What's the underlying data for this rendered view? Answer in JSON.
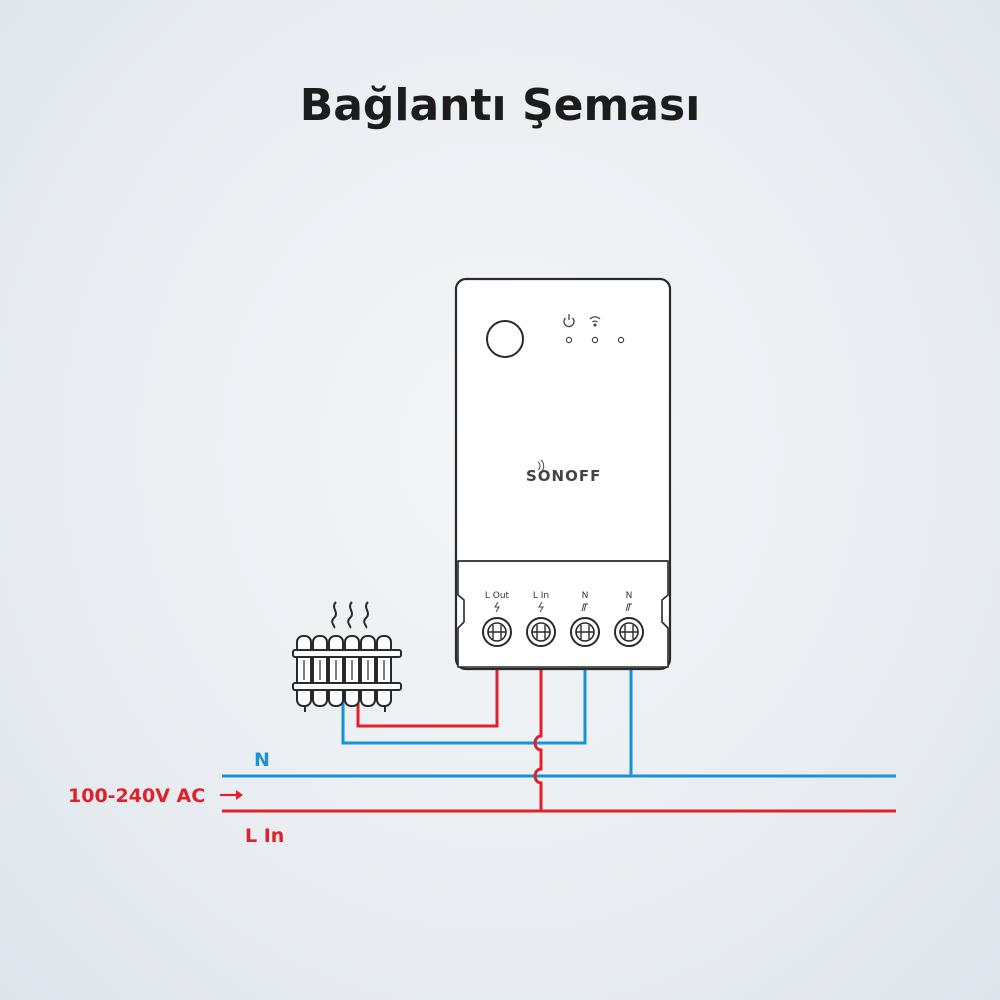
{
  "title": "Bağlantı Şeması",
  "device": {
    "brand": "SONOFF",
    "terminals": [
      {
        "label": "L Out"
      },
      {
        "label": "L In"
      },
      {
        "label": "N"
      },
      {
        "label": "N"
      }
    ],
    "icons": [
      "power-icon",
      "wifi-icon"
    ]
  },
  "lines": {
    "neutral_label": "N",
    "supply_label": "100-240V AC",
    "live_label": "L In"
  },
  "colors": {
    "neutral": "#1a93d6",
    "live": "#e0202a",
    "outline": "#2a2a2a"
  }
}
